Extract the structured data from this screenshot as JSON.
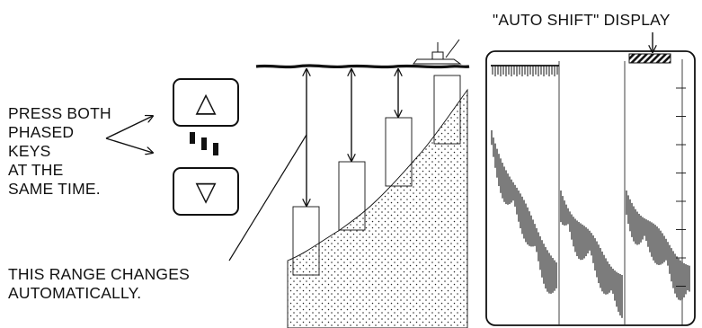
{
  "keys": {
    "up_glyph": "△",
    "down_glyph": "▽"
  },
  "instruction": {
    "lines": [
      "PRESS BOTH",
      "PHASED",
      "KEYS",
      "AT THE",
      "SAME TIME."
    ]
  },
  "range_note": {
    "lines": [
      "THIS RANGE CHANGES",
      "AUTOMATICALLY."
    ]
  },
  "display": {
    "title": "\"AUTO SHIFT\" DISPLAY"
  }
}
